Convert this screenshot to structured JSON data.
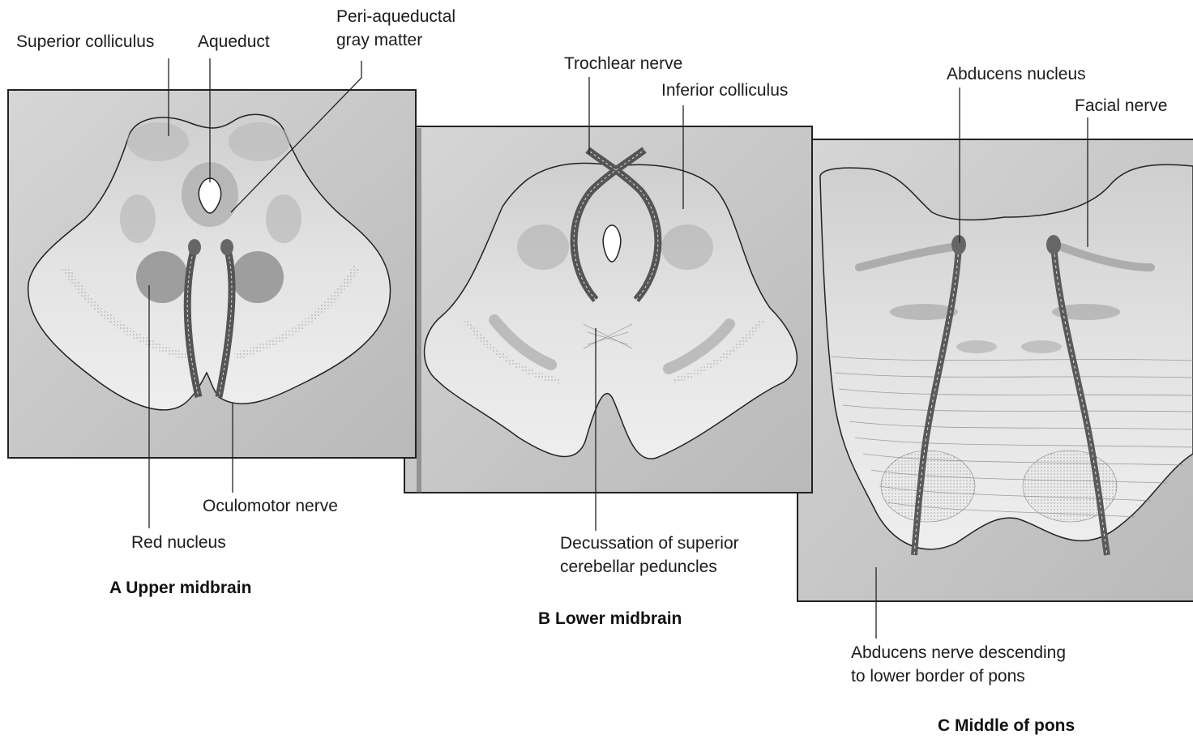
{
  "panels": {
    "a": {
      "caption": "A Upper midbrain",
      "labels": {
        "superior_colliculus": "Superior colliculus",
        "aqueduct": "Aqueduct",
        "periaqueductal_line1": "Peri-aqueductal",
        "periaqueductal_line2": "gray matter",
        "oculomotor_nerve": "Oculomotor nerve",
        "red_nucleus": "Red nucleus"
      }
    },
    "b": {
      "caption": "B Lower midbrain",
      "labels": {
        "trochlear_nerve": "Trochlear nerve",
        "inferior_colliculus": "Inferior colliculus",
        "decussation_line1": "Decussation of superior",
        "decussation_line2": "cerebellar peduncles"
      }
    },
    "c": {
      "caption": "C Middle of pons",
      "labels": {
        "abducens_nucleus": "Abducens nucleus",
        "facial_nerve": "Facial nerve",
        "abducens_descending_line1": "Abducens nerve descending",
        "abducens_descending_line2": "to lower border of pons"
      }
    }
  },
  "colors": {
    "panel_fill": "#c9c9c9",
    "tissue_fill": "#dcdcdc",
    "nucleus_fill": "#a8a8a8",
    "nerve_stroke": "#3a3a3a",
    "leader_line": "#222222"
  }
}
